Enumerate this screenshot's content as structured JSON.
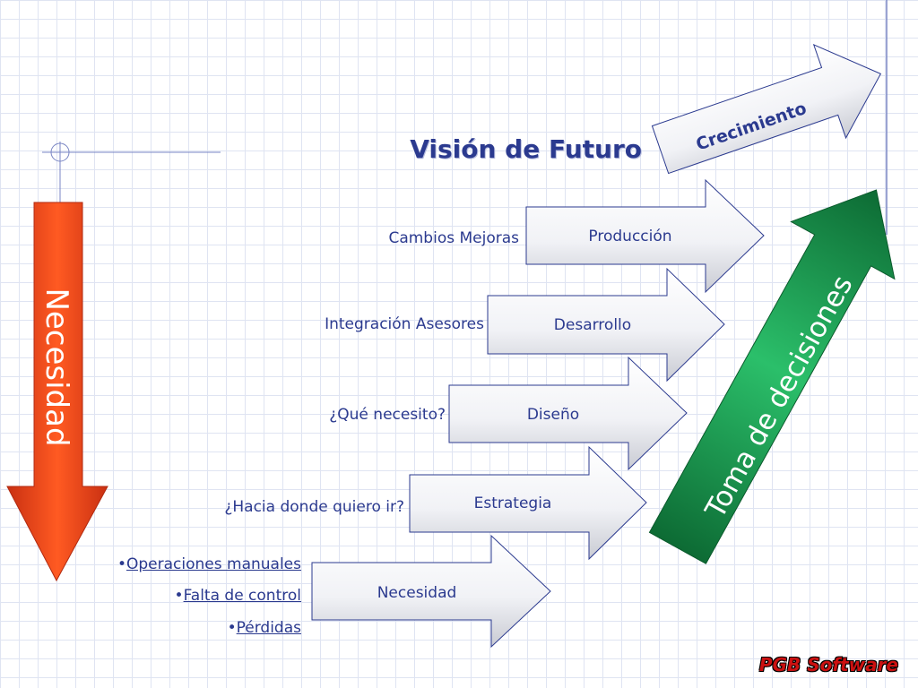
{
  "title": "Visión de Futuro",
  "growth_arrow": "Crecimiento",
  "need_arrow": "Necesidad",
  "decision_arrow": "Toma de decisiones",
  "steps": [
    {
      "label": "Necesidad",
      "question": ""
    },
    {
      "label": "Estrategia",
      "question": "¿Hacia donde quiero ir?"
    },
    {
      "label": "Diseño",
      "question": "¿Qué necesito?"
    },
    {
      "label": "Desarrollo",
      "question": "Integración Asesores"
    },
    {
      "label": "Producción",
      "question": "Cambios Mejoras"
    }
  ],
  "bullets": [
    "Operaciones manuales",
    "Falta de control",
    "Pérdidas"
  ],
  "bullet_mark": "•",
  "brand": "PGB Software",
  "colors": {
    "text": "#2b3a8f",
    "red_arrow": "#e84a1c",
    "green_arrow": "#1f8f4e",
    "brand": "#cc1111"
  }
}
